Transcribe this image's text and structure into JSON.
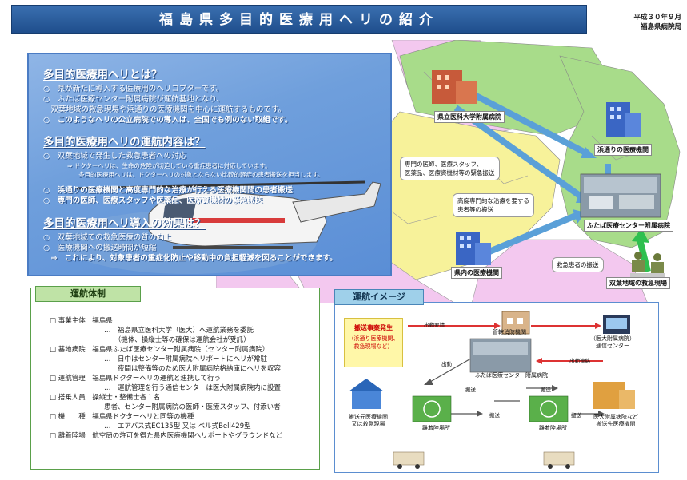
{
  "header": {
    "title": "福島県多目的医療用ヘリの紹介",
    "date": "平成３０年９月",
    "issuer": "福島県病院局"
  },
  "intro": {
    "section1": {
      "heading": "多目的医療用ヘリとは？",
      "lines": [
        "○　県が新たに導入する医療用のヘリコプターです。",
        "○　ふたば医療センター附属病院が運航基地となり、",
        "　双葉地域の救急現場や浜通りの医療機関を中心に運航するものです。",
        "○　このようなヘリの公立病院での導入は、全国でも例のない取組です。"
      ]
    },
    "section2": {
      "heading": "多目的医療用ヘリの運航内容は？",
      "lines": [
        "○　双葉地域で発生した救急患者への対応",
        "○　浜通りの医療機関と高度専門的な治療が行える医療機関間の患者搬送",
        "○　専門の医師、医療スタッフや医薬品、医療資機材の緊急搬送"
      ],
      "subnotes": [
        "⇒ ドクターヘリは、生命の危険が切迫している重症患者に対応しています。",
        "多目的医療用ヘリは、ドクターヘリの対象とならない比較的軽症の患者搬送を担当します。"
      ]
    },
    "section3": {
      "heading": "多目的医療用ヘリ導入の効果は？",
      "lines": [
        "○　双葉地域での救急医療の質の向上",
        "○　医療機関への搬送時間が短縮",
        "　⇒　これにより、対象患者の重症化防止や移動中の負担軽減を図ることができます。"
      ]
    }
  },
  "map": {
    "labels": {
      "university": "県立医科大学附属病院",
      "hamadori": "浜通りの医療機関",
      "futaba": "ふたば医療センター附属病院",
      "prefectural": "県内の医療機関",
      "futaba_scene": "双葉地域の救急現場"
    },
    "bubbles": {
      "staff": [
        "専門の医師、医療スタッフ、",
        "医薬品、医療資機材等の緊急搬送"
      ],
      "advanced": [
        "高度専門的な治療を要する",
        "患者等の搬送"
      ],
      "emergency": "救急患者の搬送"
    }
  },
  "operation": {
    "title": "運航体制",
    "rows": [
      "□ 事業主体　福島県",
      "　　　　　　　　…　福島県立医科大学（医大）へ運航業務を委託",
      "　　　　　　　　　　（機体、操縦士等の確保は運航会社が受託）",
      "□ 基地病院　福島県ふたば医療センター附属病院（センター附属病院）",
      "　　　　　　　　…　日中はセンター附属病院ヘリポートにヘリが常駐",
      "　　　　　　　　　　夜間は整備等のため医大附属病院格納庫にヘリを収容",
      "□ 運航管理　福島県ドクターヘリの運航と連携して行う",
      "　　　　　　　　…　運航管理を行う通信センターは医大附属病院内に設置",
      "□ 搭乗人員　操縦士・整備士各１名",
      "　　　　　　　　患者、センター附属病院の医師・医療スタッフ、付添い者",
      "□ 機　　種　福島県ドクターヘリと同等の機種",
      "　　　　　　　　…　エアバス式EC135型 又は ベル式Bell429型",
      "□ 離着陸場　航空局の許可を得た県内医療機関ヘリポートやグラウンドなど"
    ]
  },
  "image_panel": {
    "title": "運航イメージ",
    "request": {
      "title": "搬送事案発生",
      "lines": [
        "（浜通り医療機関、",
        "救急現場など）"
      ]
    },
    "nodes": {
      "fire": "管轄消防機関",
      "comm": [
        "（医大附属病院）",
        "通信センター"
      ],
      "center": "ふたば医療センター附属病院",
      "origin": [
        "搬送元医療機関",
        "又は救急現場"
      ],
      "helipad1": "離着陸場所",
      "helipad2": "離着陸場所",
      "dest": [
        "医大附属病院など",
        "搬送先医療機関"
      ]
    },
    "arrows": {
      "request": "出動要請",
      "dispatch": "出動",
      "contact": "出動連絡",
      "transport1": "搬送",
      "transport2": "搬送",
      "transport3": "搬送",
      "transport4": "搬送"
    }
  }
}
